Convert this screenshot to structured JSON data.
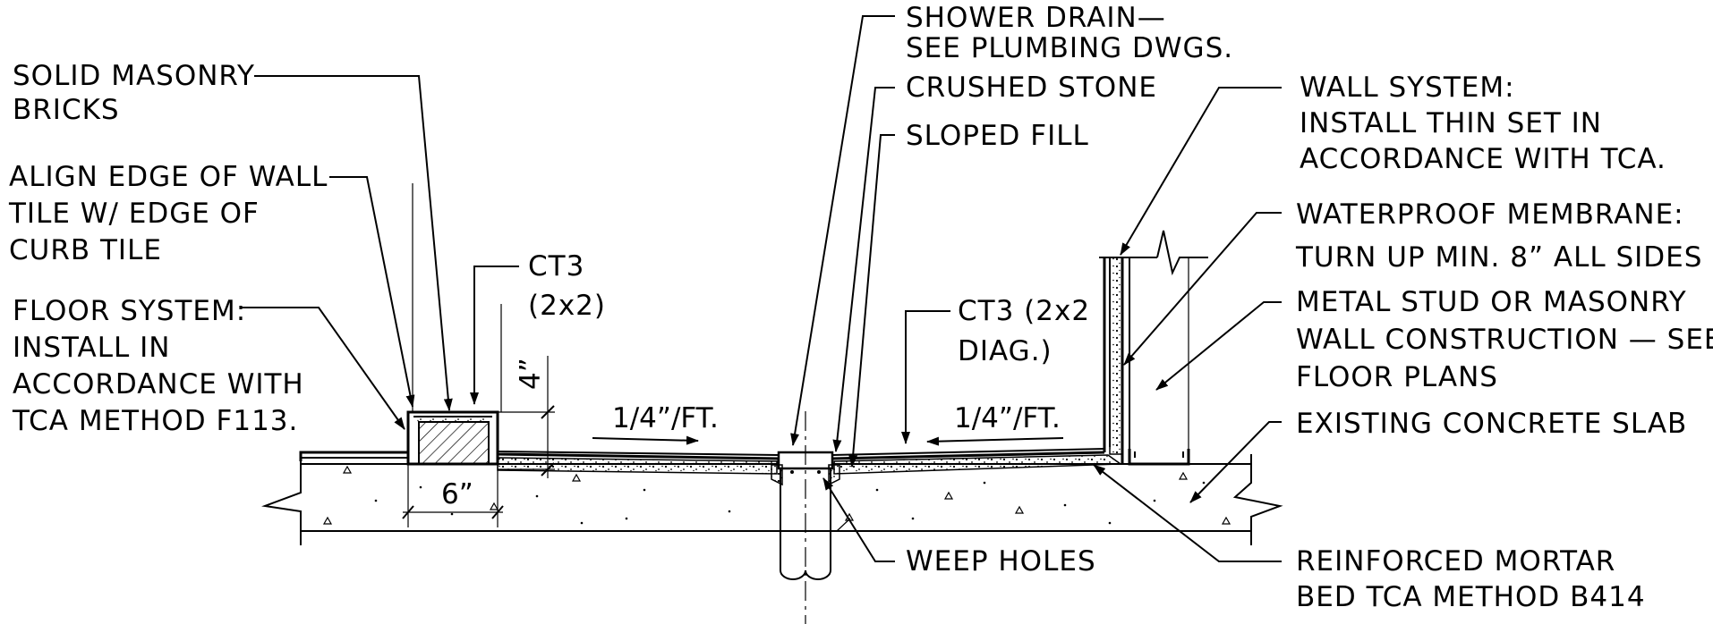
{
  "notes": {
    "solid_masonry": [
      "SOLID MASONRY",
      "BRICKS"
    ],
    "align_edge": [
      "ALIGN EDGE OF WALL",
      "TILE W/ EDGE OF",
      "CURB TILE"
    ],
    "floor_system": [
      "FLOOR SYSTEM:",
      "INSTALL IN",
      "ACCORDANCE WITH",
      "TCA METHOD F113."
    ],
    "ct3_curb": [
      "CT3",
      "(2x2)"
    ],
    "ct3_floor": [
      "CT3 (2x2",
      "DIAG.)"
    ],
    "shower_drain": [
      "SHOWER DRAIN—",
      "SEE PLUMBING DWGS."
    ],
    "crushed_stone": [
      "CRUSHED STONE"
    ],
    "sloped_fill": [
      "SLOPED FILL"
    ],
    "weep_holes": [
      "WEEP HOLES"
    ],
    "wall_system": [
      "WALL SYSTEM:",
      "INSTALL THIN SET IN",
      "ACCORDANCE WITH TCA."
    ],
    "waterproof_membrane": [
      "WATERPROOF MEMBRANE:",
      "TURN UP MIN. 8” ALL SIDES"
    ],
    "metal_stud": [
      "METAL STUD OR MASONRY",
      "WALL CONSTRUCTION — SEE",
      "FLOOR PLANS"
    ],
    "existing_slab": [
      "EXISTING CONCRETE SLAB"
    ],
    "reinforced_mortar": [
      "REINFORCED MORTAR",
      "BED TCA METHOD B414"
    ]
  },
  "dimensions": {
    "curb_width": "6”",
    "curb_height": "4”",
    "slope_left": "1/4”/FT.",
    "slope_right": "1/4”/FT."
  },
  "colors": {
    "ink": "#000000",
    "paper": "#ffffff",
    "hatch": "#000000"
  }
}
